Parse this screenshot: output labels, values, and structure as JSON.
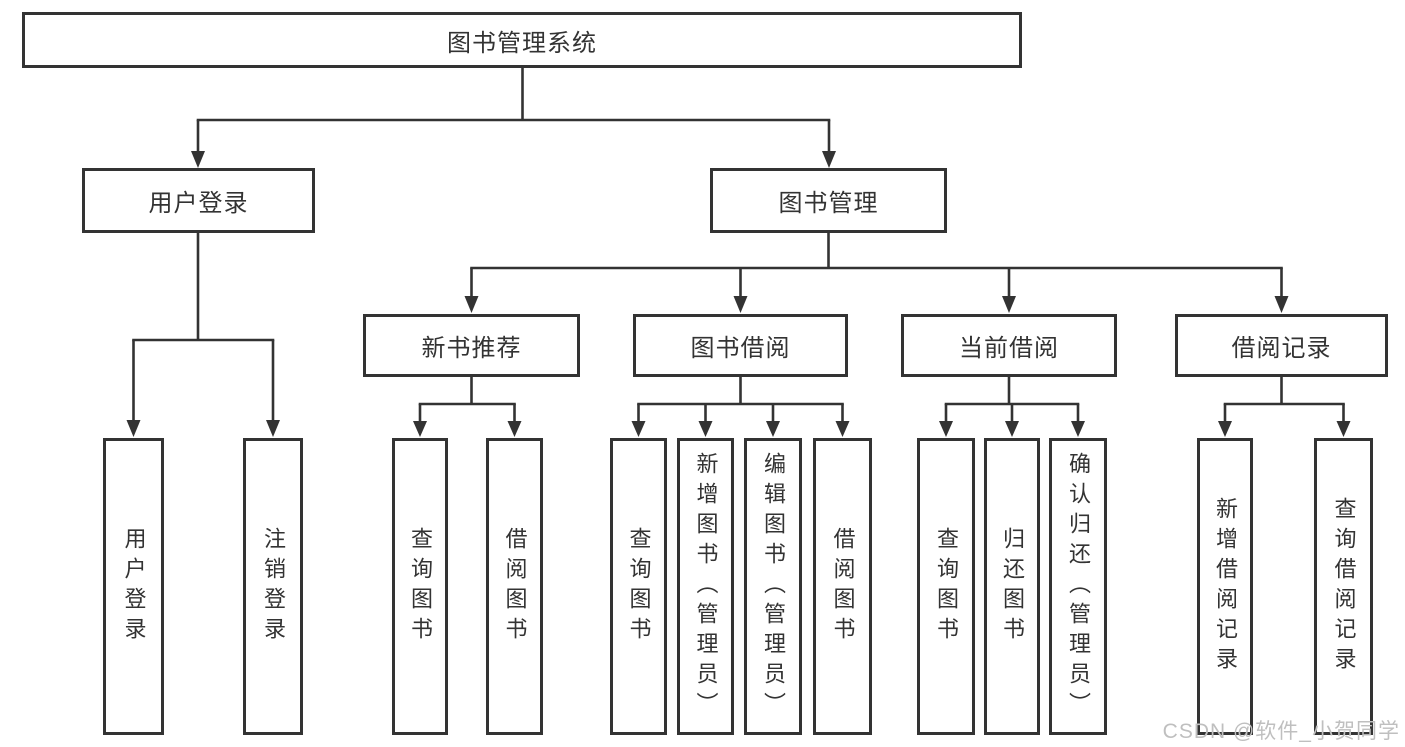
{
  "diagram": {
    "root": {
      "label": "图书管理系统"
    },
    "branches": [
      {
        "label": "用户登录",
        "children": [
          {
            "label": "用户登录"
          },
          {
            "label": "注销登录"
          }
        ]
      },
      {
        "label": "图书管理",
        "children": [
          {
            "label": "新书推荐",
            "children": [
              {
                "label": "查询图书"
              },
              {
                "label": "借阅图书"
              }
            ]
          },
          {
            "label": "图书借阅",
            "children": [
              {
                "label": "查询图书"
              },
              {
                "label": "新增图书（管理员）"
              },
              {
                "label": "编辑图书（管理员）"
              },
              {
                "label": "借阅图书"
              }
            ]
          },
          {
            "label": "当前借阅",
            "children": [
              {
                "label": "查询图书"
              },
              {
                "label": "归还图书"
              },
              {
                "label": "确认归还（管理员）"
              }
            ]
          },
          {
            "label": "借阅记录",
            "children": [
              {
                "label": "新增借阅记录"
              },
              {
                "label": "查询借阅记录"
              }
            ]
          }
        ]
      }
    ]
  },
  "watermark": {
    "text": "CSDN @软件_小贺同学"
  },
  "colors": {
    "line": "#333333",
    "box_border": "#333333",
    "text": "#333333",
    "watermark": "#bfbfbf",
    "background": "#ffffff"
  }
}
